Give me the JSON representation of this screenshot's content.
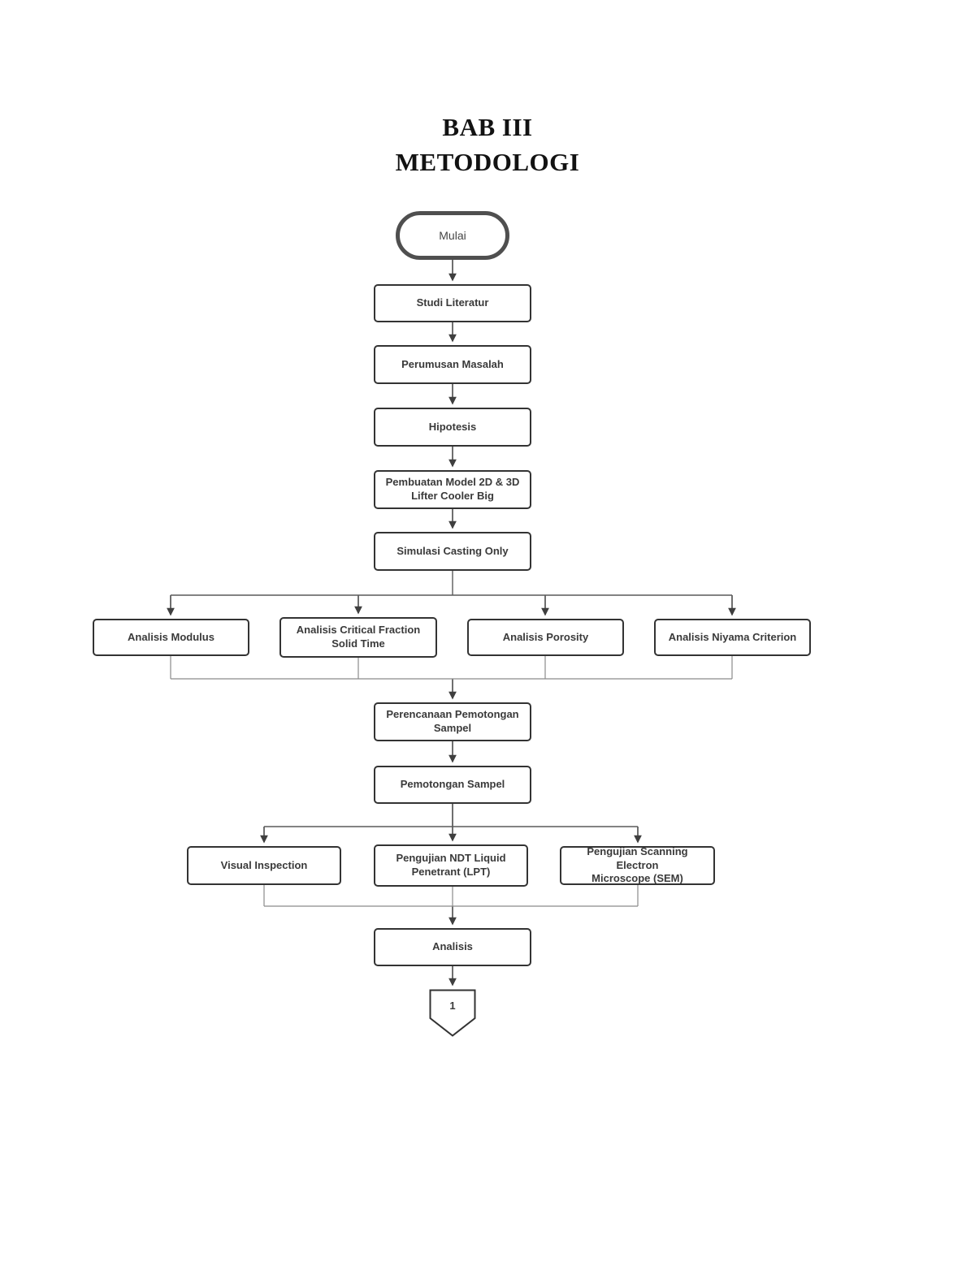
{
  "title": {
    "line1": "BAB III",
    "line2": "METODOLOGI"
  },
  "nodes": {
    "start": "Mulai",
    "studi": "Studi Literatur",
    "perumusan": "Perumusan Masalah",
    "hipotesis": "Hipotesis",
    "pembuatan": "Pembuatan Model 2D & 3D\nLifter Cooler Big",
    "simulasi": "Simulasi Casting Only",
    "modulus": "Analisis Modulus",
    "critical": "Analisis Critical Fraction\nSolid Time",
    "porosity": "Analisis Porosity",
    "niyama": "Analisis Niyama Criterion",
    "perencanaan": "Perencanaan Pemotongan\nSampel",
    "pemotongan": "Pemotongan Sampel",
    "visual": "Visual Inspection",
    "ndt": "Pengujian NDT Liquid\nPenetrant (LPT)",
    "sem": "Pengujian Scanning Electron\nMicroscope (SEM)",
    "analisis": "Analisis",
    "offpage": "1"
  },
  "colors": {
    "box_border": "#333333",
    "terminator_border": "#4f4f4f",
    "connector_line": "#3f3f3f",
    "branch_line": "#5a5a5a",
    "merge_line": "#8a8a8a",
    "label_text": "#3a3a3a"
  }
}
